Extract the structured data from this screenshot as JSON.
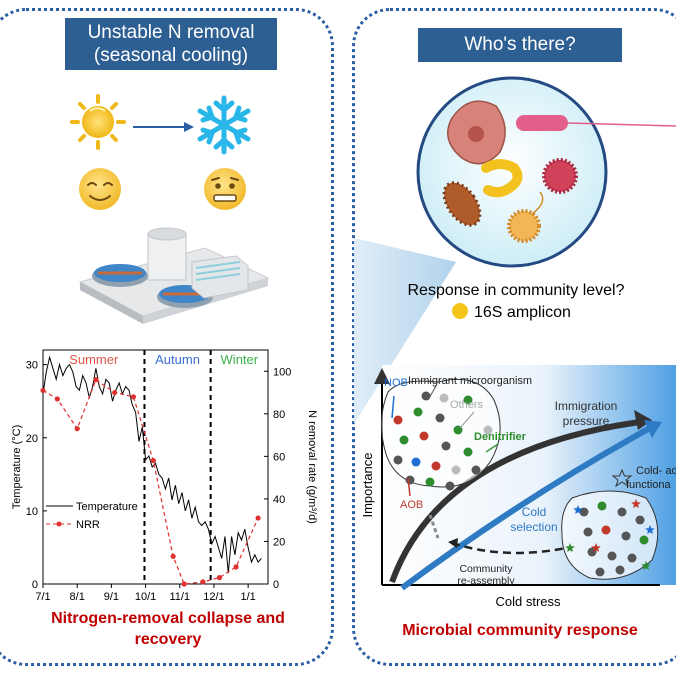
{
  "left": {
    "title_line1": "Unstable N removal",
    "title_line2": "(seasonal cooling)",
    "caption_line1": "Nitrogen-removal collapse and",
    "caption_line2": "recovery"
  },
  "right": {
    "title": "Who's there?",
    "question": "Response in community level?",
    "amplicon": "16S amplicon",
    "caption": "Microbial community response"
  },
  "chart_data": {
    "type": "line",
    "x_ticks": [
      "7/1",
      "8/1",
      "9/1",
      "10/1",
      "11/1",
      "12/1",
      "1/1"
    ],
    "season_labels": [
      "Summer",
      "Autumn",
      "Winter"
    ],
    "season_colors": [
      "#e05548",
      "#3a6fd0",
      "#3bb04a"
    ],
    "ylabel_left": "Temperature (°C)",
    "ylabel_right": "N removal rate (g/m³/d)",
    "y_left_ticks": [
      "0",
      "10",
      "20",
      "30"
    ],
    "y_right_ticks": [
      "0",
      "20",
      "40",
      "60",
      "80",
      "100"
    ],
    "ylim_left": [
      0,
      32
    ],
    "ylim_right": [
      0,
      110
    ],
    "xlim_days": [
      0,
      204
    ],
    "legend": [
      "Temperature",
      "NRR"
    ],
    "series": [
      {
        "name": "Temperature",
        "color": "#000000",
        "x_days": [
          0,
          3,
          6,
          9,
          12,
          15,
          18,
          21,
          24,
          27,
          30,
          33,
          36,
          39,
          42,
          45,
          48,
          51,
          54,
          57,
          60,
          63,
          66,
          69,
          72,
          75,
          78,
          81,
          84,
          87,
          90,
          93,
          96,
          99,
          102,
          105,
          108,
          111,
          114,
          117,
          120,
          123,
          126,
          129,
          132,
          135,
          138,
          141,
          144,
          147,
          150,
          153,
          156,
          159,
          162,
          165,
          168,
          171,
          174,
          177,
          180,
          183,
          186,
          189,
          192,
          195,
          198
        ],
        "values": [
          26,
          29,
          31,
          29.5,
          28,
          30,
          28.5,
          29.5,
          30,
          29,
          27,
          26.5,
          28.5,
          27.5,
          25.5,
          27,
          29.5,
          27,
          26,
          28,
          27.5,
          25,
          26.5,
          27.5,
          26,
          27,
          26.5,
          24.5,
          23.5,
          19.5,
          21.5,
          17,
          17.5,
          16,
          16.5,
          15,
          14.5,
          13,
          14.5,
          11.5,
          13.5,
          11,
          12.5,
          10,
          11.5,
          9,
          10.5,
          8.5,
          8,
          8.5,
          7.5,
          5.5,
          6.5,
          5,
          3.5,
          6.5,
          1.5,
          6.5,
          4,
          7,
          6,
          7.5,
          5,
          3,
          4,
          3,
          3.5
        ]
      },
      {
        "name": "NRR",
        "color": "#e03030",
        "x_days": [
          0,
          13,
          31,
          48,
          65,
          82,
          100,
          118,
          128,
          145,
          160,
          175,
          195
        ],
        "values": [
          91,
          87,
          73,
          96,
          90,
          88,
          58,
          13,
          0,
          1,
          3,
          8,
          31
        ]
      }
    ],
    "dividers_days": [
      92,
      152
    ]
  },
  "gradient_panel": {
    "xlabel": "Cold stress",
    "ylabel": "Importance",
    "immigration": "Immigration pressure",
    "cold_selection": "Cold selection",
    "reassembly": "Community re-assembly",
    "cold_adapted": "Cold- ad functiona",
    "nob": "NOB",
    "immigrant": "Immigrant microorganism",
    "others": "Others",
    "denitrifier": "Denitrifier",
    "aob": "AOB"
  },
  "colors": {
    "frame": "#2b5fa3",
    "title_bg": "#2e5f93",
    "caption_red": "#c00000",
    "amplicon_dot": "#f5c518",
    "cold_arrow": "#2e7bc4"
  }
}
